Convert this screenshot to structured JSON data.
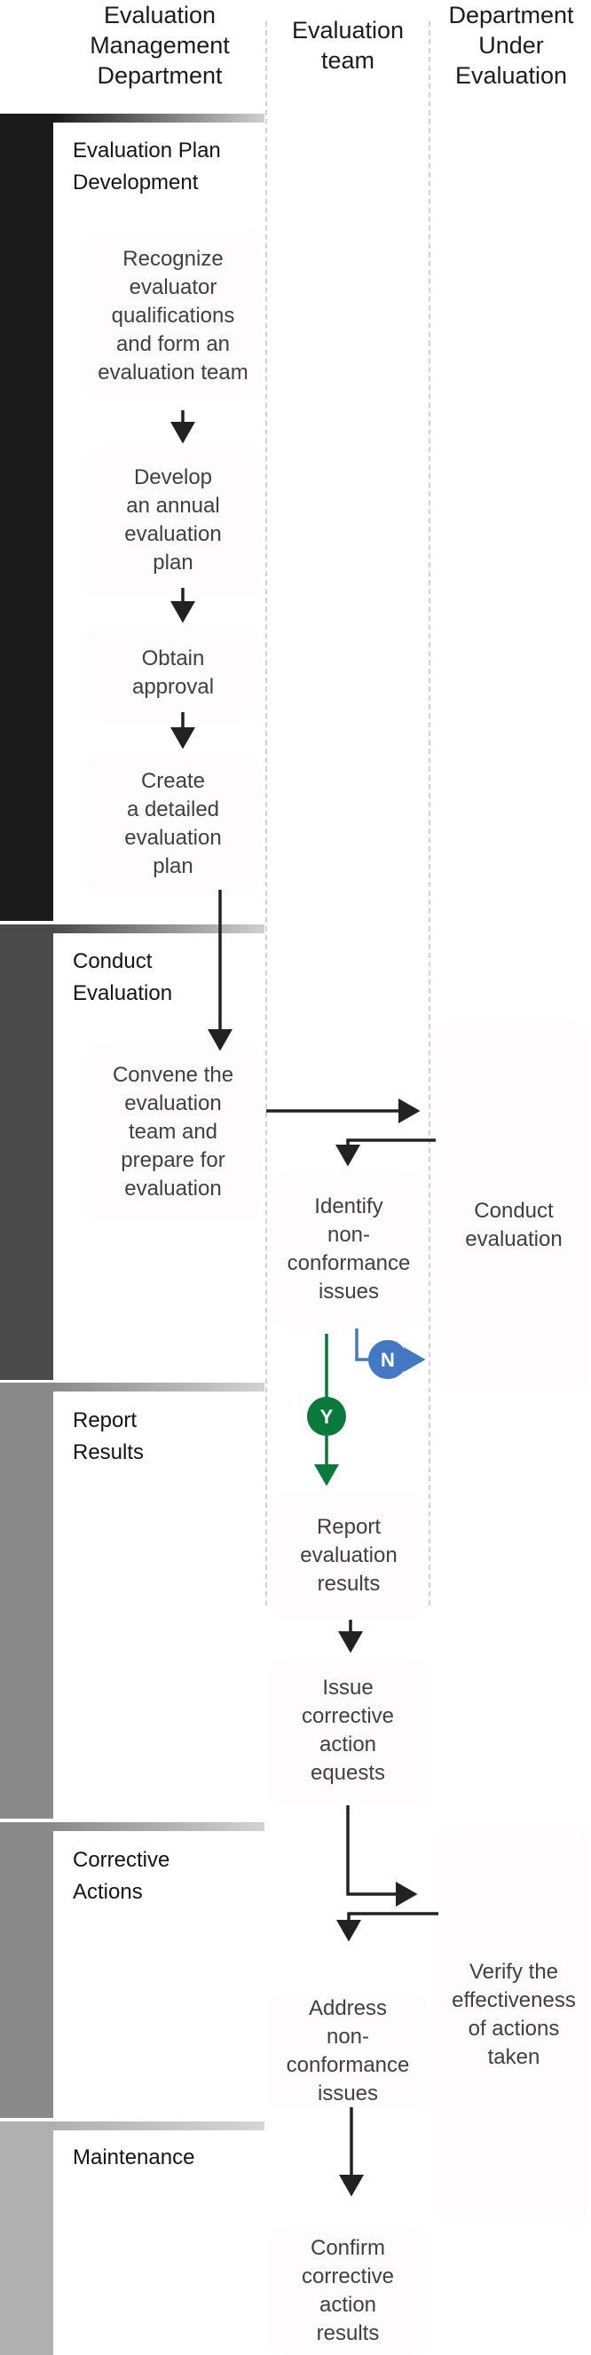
{
  "lanes": [
    {
      "id": "management",
      "label": "Evaluation\nManagement\nDepartment"
    },
    {
      "id": "team",
      "label": "Evaluation\nteam"
    },
    {
      "id": "department",
      "label": "Department\nUnder\nEvaluation"
    }
  ],
  "sections": [
    {
      "id": "plan",
      "title": "Evaluation Plan\nDevelopment",
      "color": "#1a1a1a"
    },
    {
      "id": "conduct",
      "title": "Conduct\nEvaluation",
      "color": "#4a4a4a"
    },
    {
      "id": "report",
      "title": "Report\nResults",
      "color": "#8a8a8a"
    },
    {
      "id": "corrective",
      "title": "Corrective\nActions",
      "color": "#8a8a8a"
    },
    {
      "id": "maintenance",
      "title": "Maintenance",
      "color": "#b0b0b0"
    }
  ],
  "nodes": [
    {
      "id": "n1",
      "lane": "management",
      "text": "Recognize\nevaluator\nqualifications\nand form an\nevaluation team"
    },
    {
      "id": "n2",
      "lane": "management",
      "text": "Develop\nan annual\nevaluation\nplan"
    },
    {
      "id": "n3",
      "lane": "management",
      "text": "Obtain\napproval"
    },
    {
      "id": "n4",
      "lane": "management",
      "text": "Create\na detailed\nevaluation\nplan"
    },
    {
      "id": "n5",
      "lane": "management",
      "text": "Convene the\nevaluation\nteam and\nprepare for\nevaluation"
    },
    {
      "id": "n6",
      "lane": "department",
      "text": "Conduct\nevaluation"
    },
    {
      "id": "n7",
      "lane": "team",
      "text": "Identify\nnon-\nconformance\nissues"
    },
    {
      "id": "n8",
      "lane": "team",
      "text": "Report\nevaluation\nresults"
    },
    {
      "id": "n9",
      "lane": "team",
      "text": "Issue\ncorrective\naction\nequests"
    },
    {
      "id": "n10",
      "lane": "department",
      "text": "Verify the\neffectiveness\nof actions\ntaken"
    },
    {
      "id": "n11",
      "lane": "team",
      "text": "Address\nnon-\nconformance\nissues"
    },
    {
      "id": "n12",
      "lane": "team",
      "text": "Confirm\ncorrective\naction\nresults"
    }
  ],
  "decision": {
    "yes_label": "Y",
    "no_label": "N",
    "yes_color": "#0a7a3a",
    "no_color": "#4478c4"
  },
  "colors": {
    "arrow": "#222222",
    "node_bg": "#fefcfd",
    "lane_divider": "#cfd2dc"
  }
}
